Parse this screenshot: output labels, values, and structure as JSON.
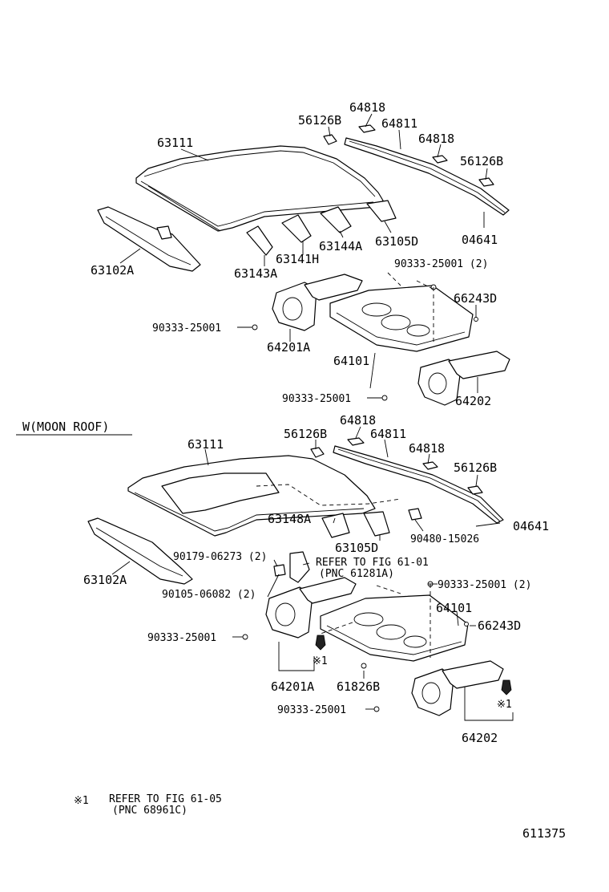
{
  "labels": {
    "p63111_top": "63111",
    "p56126B_top_a": "56126B",
    "p64818_top_a": "64818",
    "p64811_top": "64811",
    "p64818_top_b": "64818",
    "p56126B_top_b": "56126B",
    "p63144A": "63144A",
    "p63105D_top": "63105D",
    "p04641_top": "04641",
    "p63141H": "63141H",
    "p63102A_top": "63102A",
    "p63143A": "63143A",
    "p90333_top_2": "90333-25001 (2)",
    "p66243D_top": "66243D",
    "p90333_top_left": "90333-25001",
    "p64201A_top": "64201A",
    "p64101_top": "64101",
    "p90333_top_bottom": "90333-25001",
    "p64202_top": "64202",
    "section_moonroof": "W(MOON ROOF)",
    "p63111_bot": "63111",
    "p64818_bot_a": "64818",
    "p56126B_bot_a": "56126B",
    "p64811_bot": "64811",
    "p64818_bot_b": "64818",
    "p56126B_bot_b": "56126B",
    "p63148A": "63148A",
    "p63105D_bot": "63105D",
    "p90480": "90480-15026",
    "p04641_bot": "04641",
    "p63102A_bot": "63102A",
    "p90179": "90179-06273 (2)",
    "refer_61_01_a": "REFER TO FIG 61-01",
    "refer_61_01_b": "(PNC 61281A)",
    "p90105": "90105-06082 (2)",
    "p90333_bot_2": "90333-25001 (2)",
    "p64101_bot": "64101",
    "p66243D_bot": "66243D",
    "p90333_bot_left": "90333-25001",
    "note_mark_a": "※1",
    "p64201A_bot": "64201A",
    "p61826B": "61826B",
    "p90333_bot_bottom": "90333-25001",
    "note_mark_b": "※1",
    "p64202_bot": "64202",
    "footnote_mark": "※1",
    "footnote_line1": "REFER TO FIG 61-05",
    "footnote_line2": "(PNC 68961C)",
    "figure_number": "611375"
  }
}
